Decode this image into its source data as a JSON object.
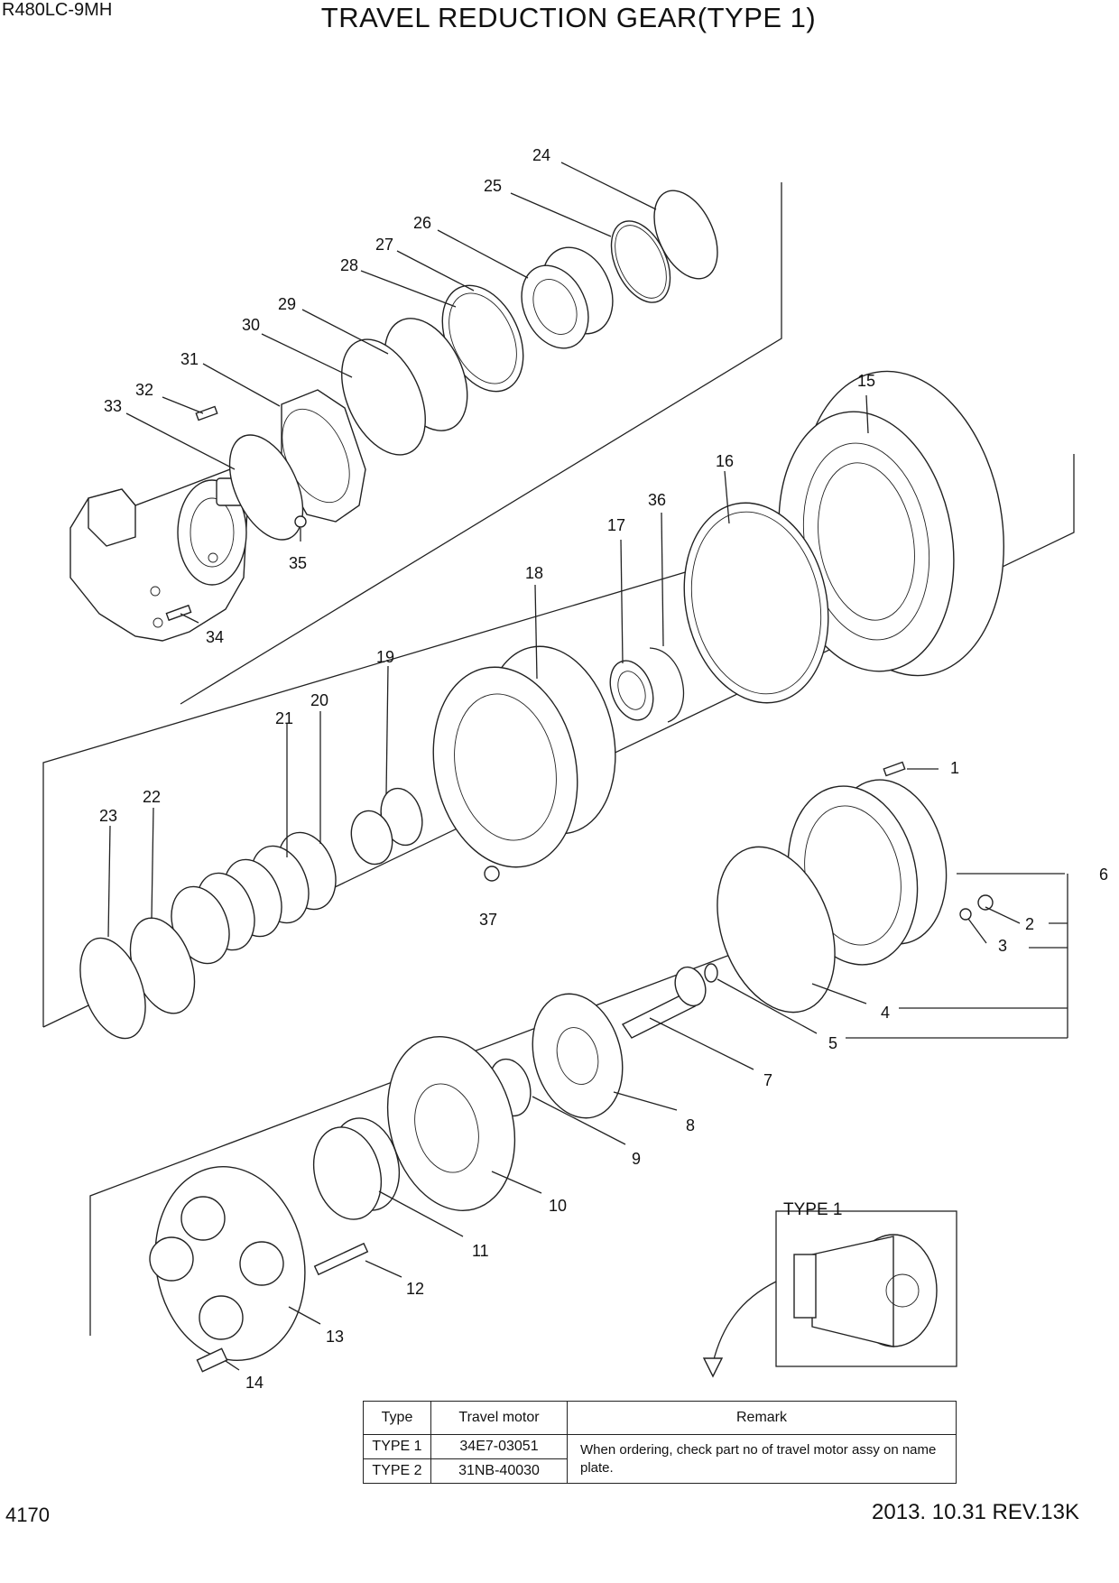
{
  "header": {
    "model": "R480LC-9MH",
    "title": "TRAVEL REDUCTION GEAR(TYPE 1)"
  },
  "footer": {
    "page_number": "4170",
    "revision": "2013. 10.31  REV.13K"
  },
  "callouts": [
    "1",
    "2",
    "3",
    "4",
    "5",
    "6",
    "7",
    "8",
    "9",
    "10",
    "11",
    "12",
    "13",
    "14",
    "15",
    "16",
    "17",
    "18",
    "19",
    "20",
    "21",
    "22",
    "23",
    "24",
    "25",
    "26",
    "27",
    "28",
    "29",
    "30",
    "31",
    "32",
    "33",
    "34",
    "35",
    "36",
    "37"
  ],
  "inset": {
    "label": "TYPE 1"
  },
  "spec_table": {
    "headers": [
      "Type",
      "Travel motor",
      "Remark"
    ],
    "rows": [
      {
        "type": "TYPE 1",
        "motor": "34E7-03051"
      },
      {
        "type": "TYPE 2",
        "motor": "31NB-40030"
      }
    ],
    "remark": "When ordering, check part no of travel motor assy on name plate."
  }
}
